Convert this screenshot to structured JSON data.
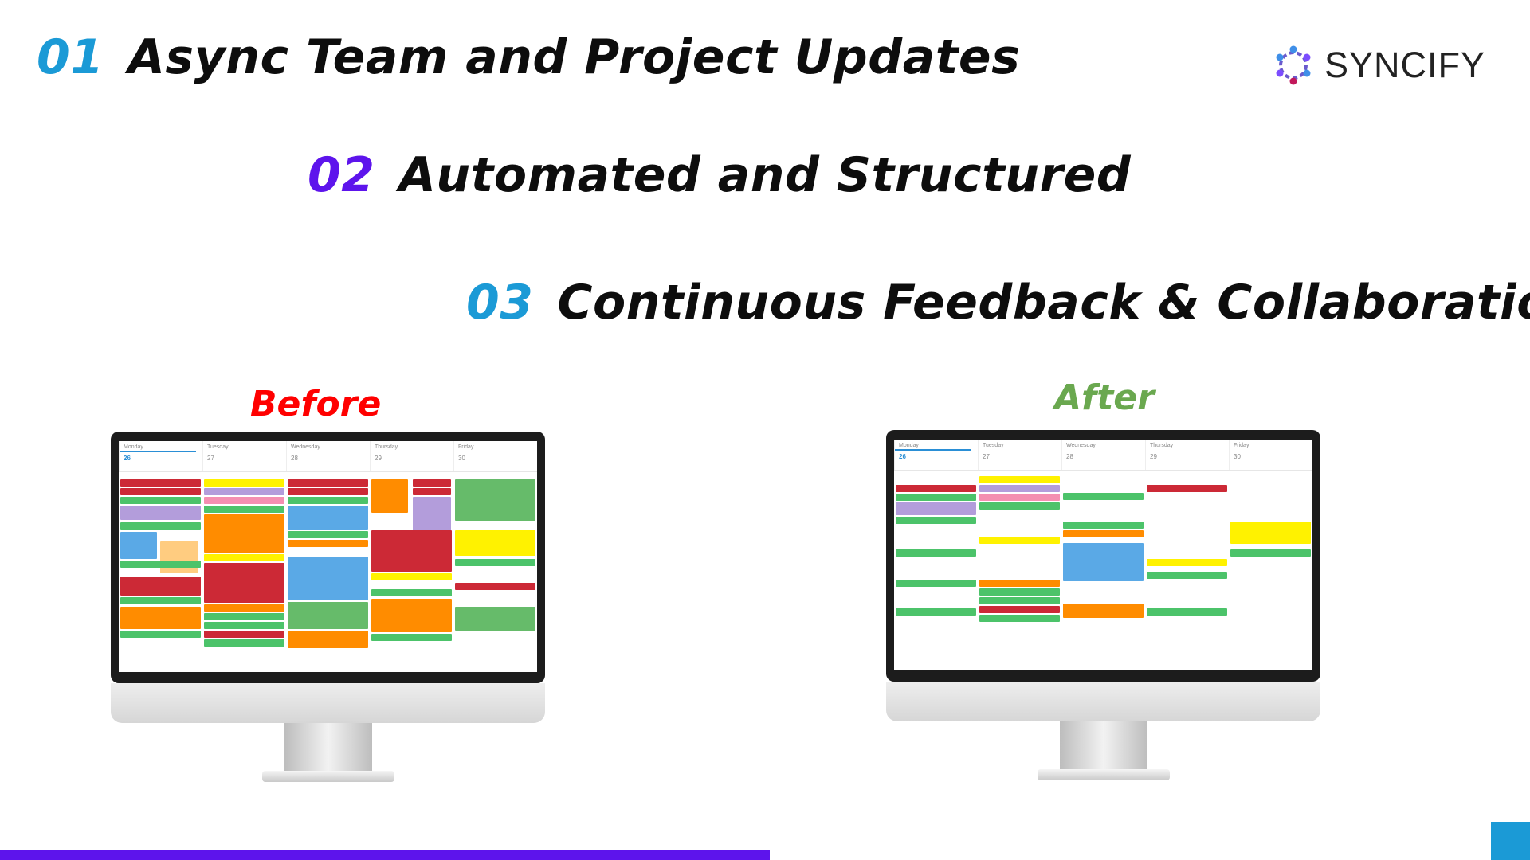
{
  "headings": [
    {
      "number": "01",
      "text": "Async Team and Project Updates",
      "color": "#1b9ad6"
    },
    {
      "number": "02",
      "text": "Automated and Structured",
      "color": "#5d14ec"
    },
    {
      "number": "03",
      "text": "Continuous Feedback & Collaboration",
      "color": "#1b9ad6"
    }
  ],
  "logo": {
    "text": "SYNCIFY",
    "icon": "syncify-logo-icon"
  },
  "before": {
    "label": "Before",
    "color": "#ff0000"
  },
  "after": {
    "label": "After",
    "color": "#6aa84f"
  },
  "calendar_days": [
    {
      "name": "Monday",
      "date": "26"
    },
    {
      "name": "Tuesday",
      "date": "27"
    },
    {
      "name": "Wednesday",
      "date": "28"
    },
    {
      "name": "Thursday",
      "date": "29"
    },
    {
      "name": "Friday",
      "date": "30"
    }
  ],
  "colors": {
    "red": "#cc2936",
    "green": "#4cc36a",
    "blue": "#5aa9e6",
    "purple": "#b39ddb",
    "yellow": "#fff200",
    "orange": "#ff8c00",
    "lightgreen": "#66bb6a",
    "peach": "#ffcc80",
    "pink": "#f48fb1"
  }
}
